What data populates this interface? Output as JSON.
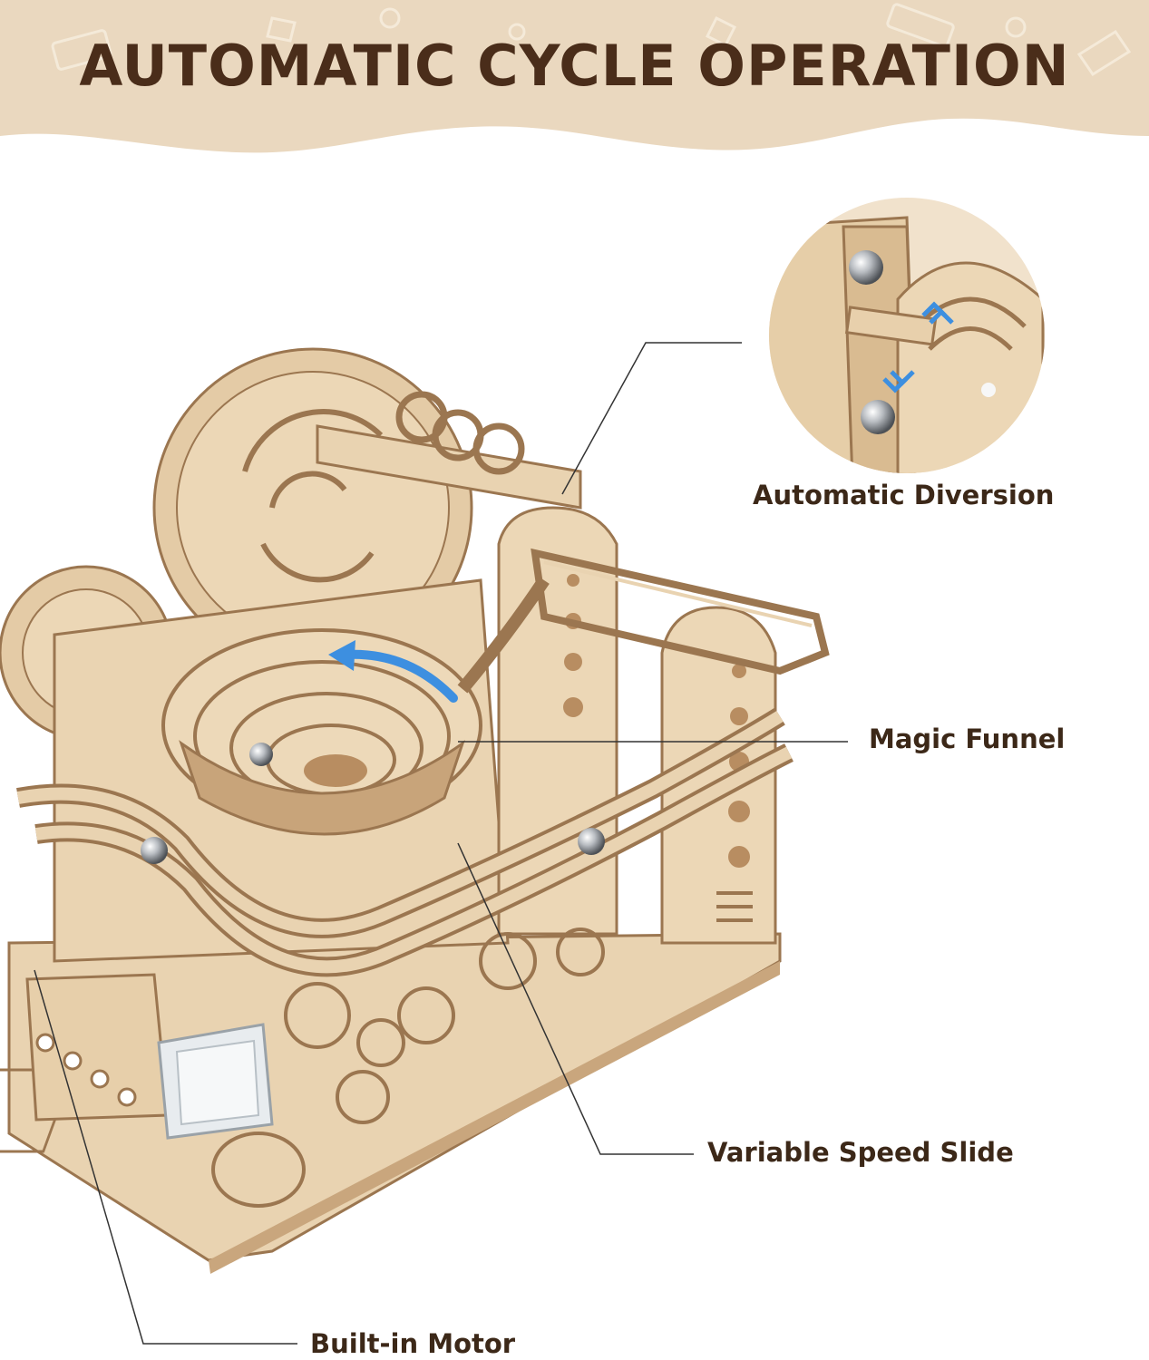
{
  "banner": {
    "title": "AUTOMATIC CYCLE OPERATION",
    "background_color": "#ead8bf",
    "title_color": "#4a2d1a"
  },
  "product": {
    "wood_color": "#e9d3b1",
    "wood_edge_color": "#9b7650",
    "ball_color": "#c9ccd0",
    "arrow_color": "#3d8fe0"
  },
  "callouts": {
    "automatic_diversion": "Automatic Diversion",
    "magic_funnel": "Magic Funnel",
    "variable_speed_slide": "Variable Speed Slide",
    "built_in_motor": "Built-in Motor"
  }
}
